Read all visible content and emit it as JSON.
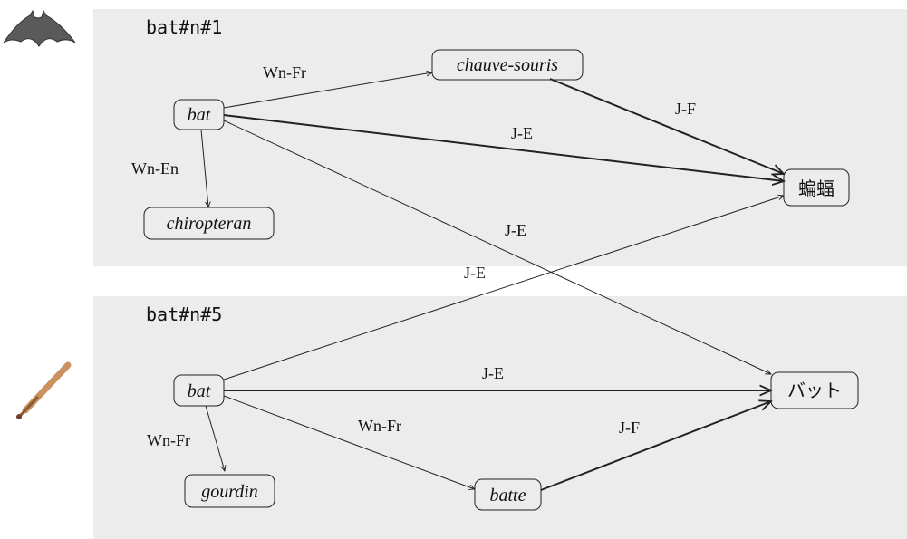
{
  "panels": {
    "top": {
      "synset": "bat#n#1"
    },
    "bottom": {
      "synset": "bat#n#5"
    }
  },
  "icons": {
    "top": "bat-animal-icon",
    "bottom": "baseball-bat-icon"
  },
  "nodes": {
    "bat_top": "bat",
    "chauve_souris": "chauve-souris",
    "chiropteran": "chiropteran",
    "koumori": "蝙蝠",
    "bat_bottom": "bat",
    "gourdin": "gourdin",
    "batte": "batte",
    "batto": "バット"
  },
  "edges": {
    "bat_top_chauve": "Wn-Fr",
    "bat_top_chiropteran": "Wn-En",
    "chauve_koumori": "J-F",
    "bat_top_koumori": "J-E",
    "bat_top_batto": "J-E",
    "bat_bottom_koumori": "J-E",
    "bat_bottom_batto": "J-E",
    "bat_bottom_gourdin": "Wn-Fr",
    "bat_bottom_batte": "Wn-Fr",
    "batte_batto": "J-F"
  }
}
